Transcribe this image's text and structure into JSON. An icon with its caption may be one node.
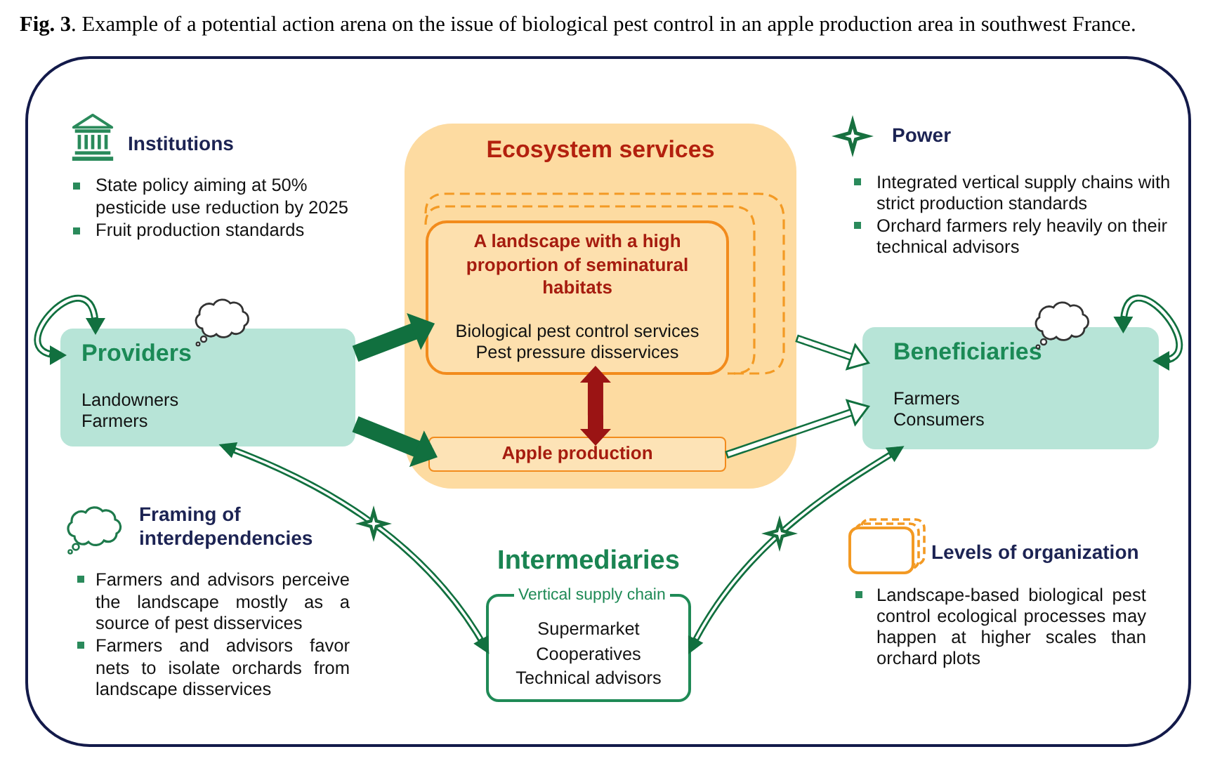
{
  "diagram": {
    "caption": "**Fig. 3**. Example of a potential action arena on the issue of biological pest control in an apple production area in southwest France.",
    "nodes": [
      {
        "text": [
          "Providers",
          "Landowners",
          "Farmers"
        ]
      },
      {
        "text": [
          "Ecosystem services"
        ]
      },
      {
        "text": [
          "A landscape with a high proportion of seminatural habitats",
          "Biological pest control services",
          "Pest pressure disservices"
        ],
        "in": 1
      },
      {
        "text": [
          "Apple production"
        ],
        "in": 1
      },
      {
        "text": [
          "Beneficiaries",
          "Farmers",
          "Consumers"
        ]
      },
      {
        "text": [
          "Intermediaries",
          "Vertical supply chain",
          "Supermarket",
          "Cooperatives",
          "Technical advisors"
        ]
      }
    ],
    "edges": [
      {
        "from": 0,
        "to": 0,
        "arrow": "both"
      },
      {
        "from": 0,
        "to": 2,
        "arrow": "to",
        "style": "thick"
      },
      {
        "from": 0,
        "to": 3,
        "arrow": "to",
        "style": "thick"
      },
      {
        "from": 2,
        "to": 3,
        "arrow": "both",
        "style": "thick",
        "color": "#9b1414"
      },
      {
        "from": 1,
        "to": 4,
        "arrow": "to"
      },
      {
        "from": 3,
        "to": 4,
        "arrow": "to"
      },
      {
        "from": 4,
        "to": 4,
        "arrow": "both"
      },
      {
        "from": 0,
        "to": 5,
        "arrow": "both"
      },
      {
        "from": 4,
        "to": 5,
        "arrow": "both"
      }
    ],
    "labels": [
      "Institutions",
      "State policy aiming at 50% pesticide use reduction by 2025",
      "Fruit production standards",
      "Power",
      "Integrated vertical supply chains with strict production standards",
      "Orchard farmers rely heavily on their technical advisors",
      "Framing of interdependencies",
      "Farmers and advisors perceive the landscape mostly as a source of pest disservices",
      "Farmers and advisors favor nets to isolate orchards from landscape disservices",
      "Levels of organization",
      "Landscape-based biological pest control ecological processes may happen at higher scales than orchard plots"
    ]
  }
}
